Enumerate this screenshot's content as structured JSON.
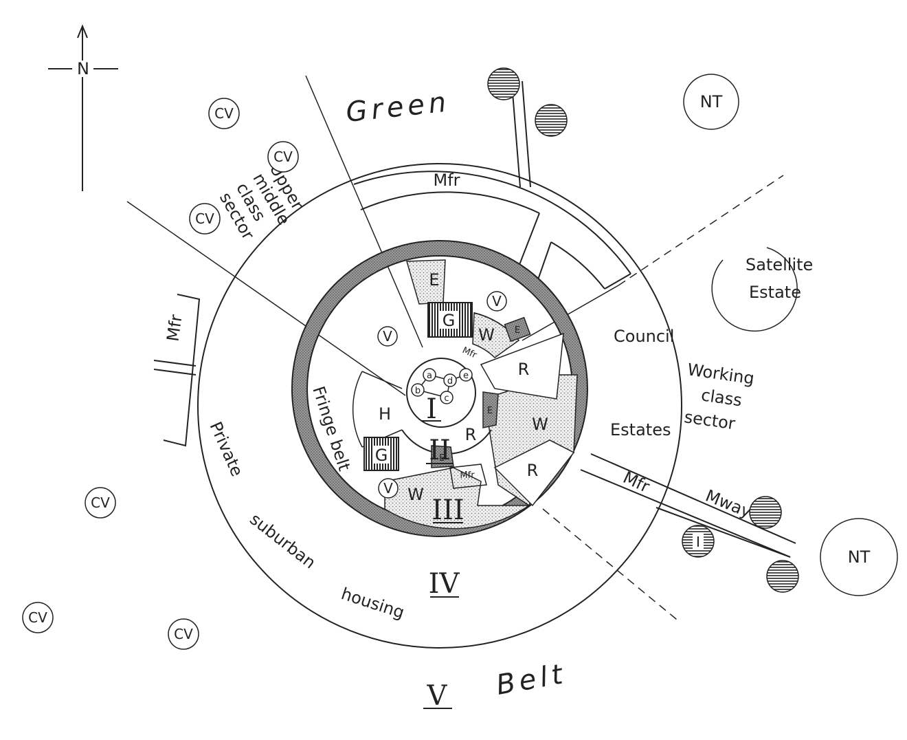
{
  "north": {
    "label": "N"
  },
  "belt_words": {
    "green": "Green",
    "belt": "Belt"
  },
  "sectors": {
    "upper_middle": [
      "Upper",
      "middle",
      "class",
      "sector"
    ],
    "working_class": [
      "Working",
      "class",
      "sector"
    ],
    "council_estates": [
      "Council",
      "Estates"
    ],
    "private_suburban": [
      "Private",
      "suburban",
      "housing"
    ],
    "fringe_belt": "Fringe belt"
  },
  "zones": {
    "I": "I",
    "II": "II",
    "III": "III",
    "IV": "IV",
    "V": "V"
  },
  "land_use": {
    "mfr": "Mfr",
    "mway": "Mway",
    "E": "E",
    "W": "W",
    "R": "R",
    "H": "H",
    "G": "G",
    "V": "V",
    "e_small": "E",
    "I_circle": "I"
  },
  "core_nodes": [
    "a",
    "b",
    "c",
    "d",
    "e"
  ],
  "outer_settlements": {
    "cv": "CV",
    "nt": "NT",
    "satellite": [
      "Satellite",
      "Estate"
    ]
  },
  "colors": {
    "ink": "#222222",
    "fringe_fill": "#8c8c8c",
    "dotted_fill": "#d9d9d9",
    "hatch": "#333333"
  }
}
